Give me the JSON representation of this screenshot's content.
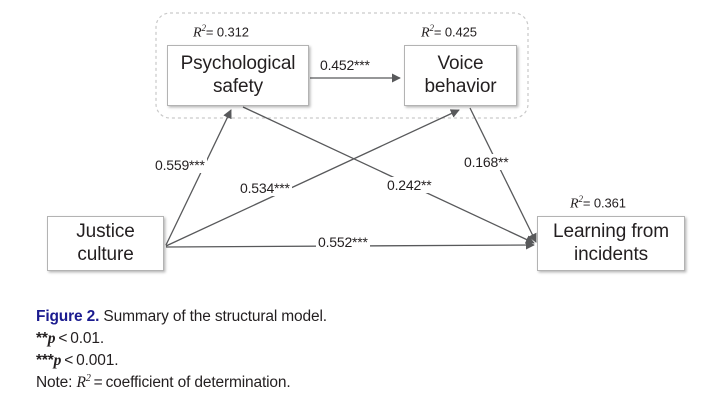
{
  "figure": {
    "caption_number": "Figure 2.",
    "caption_text": "Summary of the structural model.",
    "footnote_1_stars": "**",
    "footnote_1_p": "p",
    "footnote_1_op": "<",
    "footnote_1_value": "0.01.",
    "footnote_2_stars": "***",
    "footnote_2_p": "p",
    "footnote_2_op": "<",
    "footnote_2_value": "0.001.",
    "footnote_3_prefix": "Note:",
    "footnote_3_symbol": "R",
    "footnote_3_exponent": "2",
    "footnote_3_op": "=",
    "footnote_3_text": "coefficient of determination."
  },
  "nodes": {
    "psychological_safety": {
      "label": "Psychological safety",
      "line1": "Psychological",
      "line2": "safety",
      "r2_prefix": "R",
      "r2_exponent": "2",
      "r2_eq": "= 0.312",
      "r2_value": 0.312
    },
    "voice_behavior": {
      "label": "Voice behavior",
      "line1": "Voice",
      "line2": "behavior",
      "r2_prefix": "R",
      "r2_exponent": "2",
      "r2_eq": "= 0.425",
      "r2_value": 0.425
    },
    "justice_culture": {
      "label": "Justice culture",
      "line1": "Justice",
      "line2": "culture",
      "r2_value": null
    },
    "learning_from_incidents": {
      "label": "Learning from incidents",
      "line1": "Learning from",
      "line2": "incidents",
      "r2_prefix": "R",
      "r2_exponent": "2",
      "r2_eq": "= 0.361",
      "r2_value": 0.361
    }
  },
  "paths": [
    {
      "id": "ps-to-vb",
      "from": "psychological_safety",
      "to": "voice_behavior",
      "coefficient": 0.452,
      "significance": "***",
      "label": "0.452***"
    },
    {
      "id": "jc-to-ps",
      "from": "justice_culture",
      "to": "psychological_safety",
      "coefficient": 0.559,
      "significance": "***",
      "label": "0.559***"
    },
    {
      "id": "jc-to-vb",
      "from": "justice_culture",
      "to": "voice_behavior",
      "coefficient": 0.534,
      "significance": "***",
      "label": "0.534***"
    },
    {
      "id": "ps-to-li",
      "from": "psychological_safety",
      "to": "learning_from_incidents",
      "coefficient": 0.242,
      "significance": "**",
      "label": "0.242**"
    },
    {
      "id": "vb-to-li",
      "from": "voice_behavior",
      "to": "learning_from_incidents",
      "coefficient": 0.168,
      "significance": "**",
      "label": "0.168**"
    },
    {
      "id": "jc-to-li",
      "from": "justice_culture",
      "to": "learning_from_incidents",
      "coefficient": 0.552,
      "significance": "***",
      "label": "0.552***"
    }
  ],
  "colors": {
    "figure_number": "#1b1b8f",
    "text": "#231f20",
    "line": "#58595b",
    "box_border": "#b3b3b3",
    "dashed_container": "#c9c9c9",
    "background": "#ffffff"
  },
  "container": {
    "name": "mediator-group",
    "style": "dashed-rounded-rectangle"
  }
}
